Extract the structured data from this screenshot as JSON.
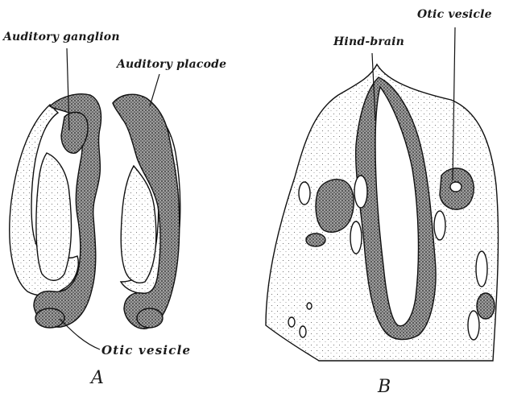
{
  "labels": {
    "auditory_ganglion": "Auditory ganglion",
    "auditory_placode": "Auditory placode",
    "otic_vesicle_a": "Otic vesicle",
    "hind_brain": "Hind-brain",
    "otic_vesicle_b": "Otic vesicle"
  },
  "panels": {
    "a": "A",
    "b": "B"
  }
}
